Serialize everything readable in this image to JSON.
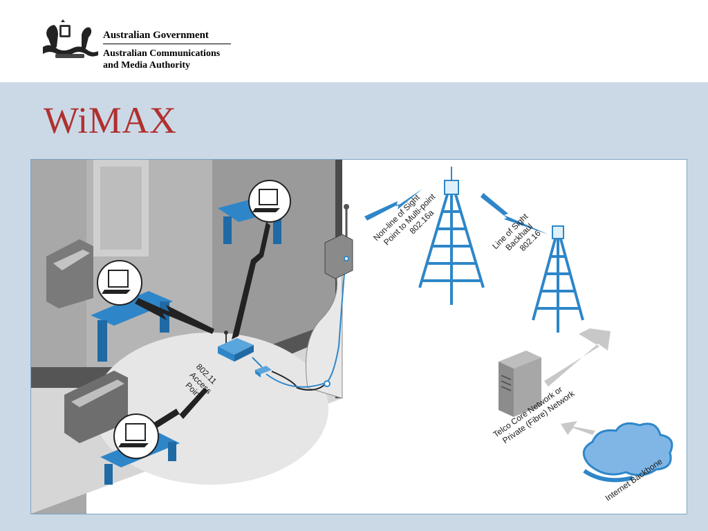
{
  "header": {
    "org_line1": "Australian Government",
    "org_line2": "Australian Communications",
    "org_line3": "and Media Authority"
  },
  "slide": {
    "title": "WiMAX"
  },
  "diagram": {
    "nlos_label": [
      "Non-line of Sight",
      "Point to Multi-point",
      "802.16a"
    ],
    "los_label": [
      "Line of Sight",
      "Backhaul",
      "802.16"
    ],
    "access_point_label": [
      "802.11",
      "Access",
      "Point"
    ],
    "telco_label": [
      "Telco Core Network or",
      "Private (Fibre) Network"
    ],
    "internet_label": "Internet Backbone"
  },
  "colors": {
    "accent_blue": "#2e86c8",
    "title_red": "#b03030",
    "background": "#cbd9e6"
  }
}
